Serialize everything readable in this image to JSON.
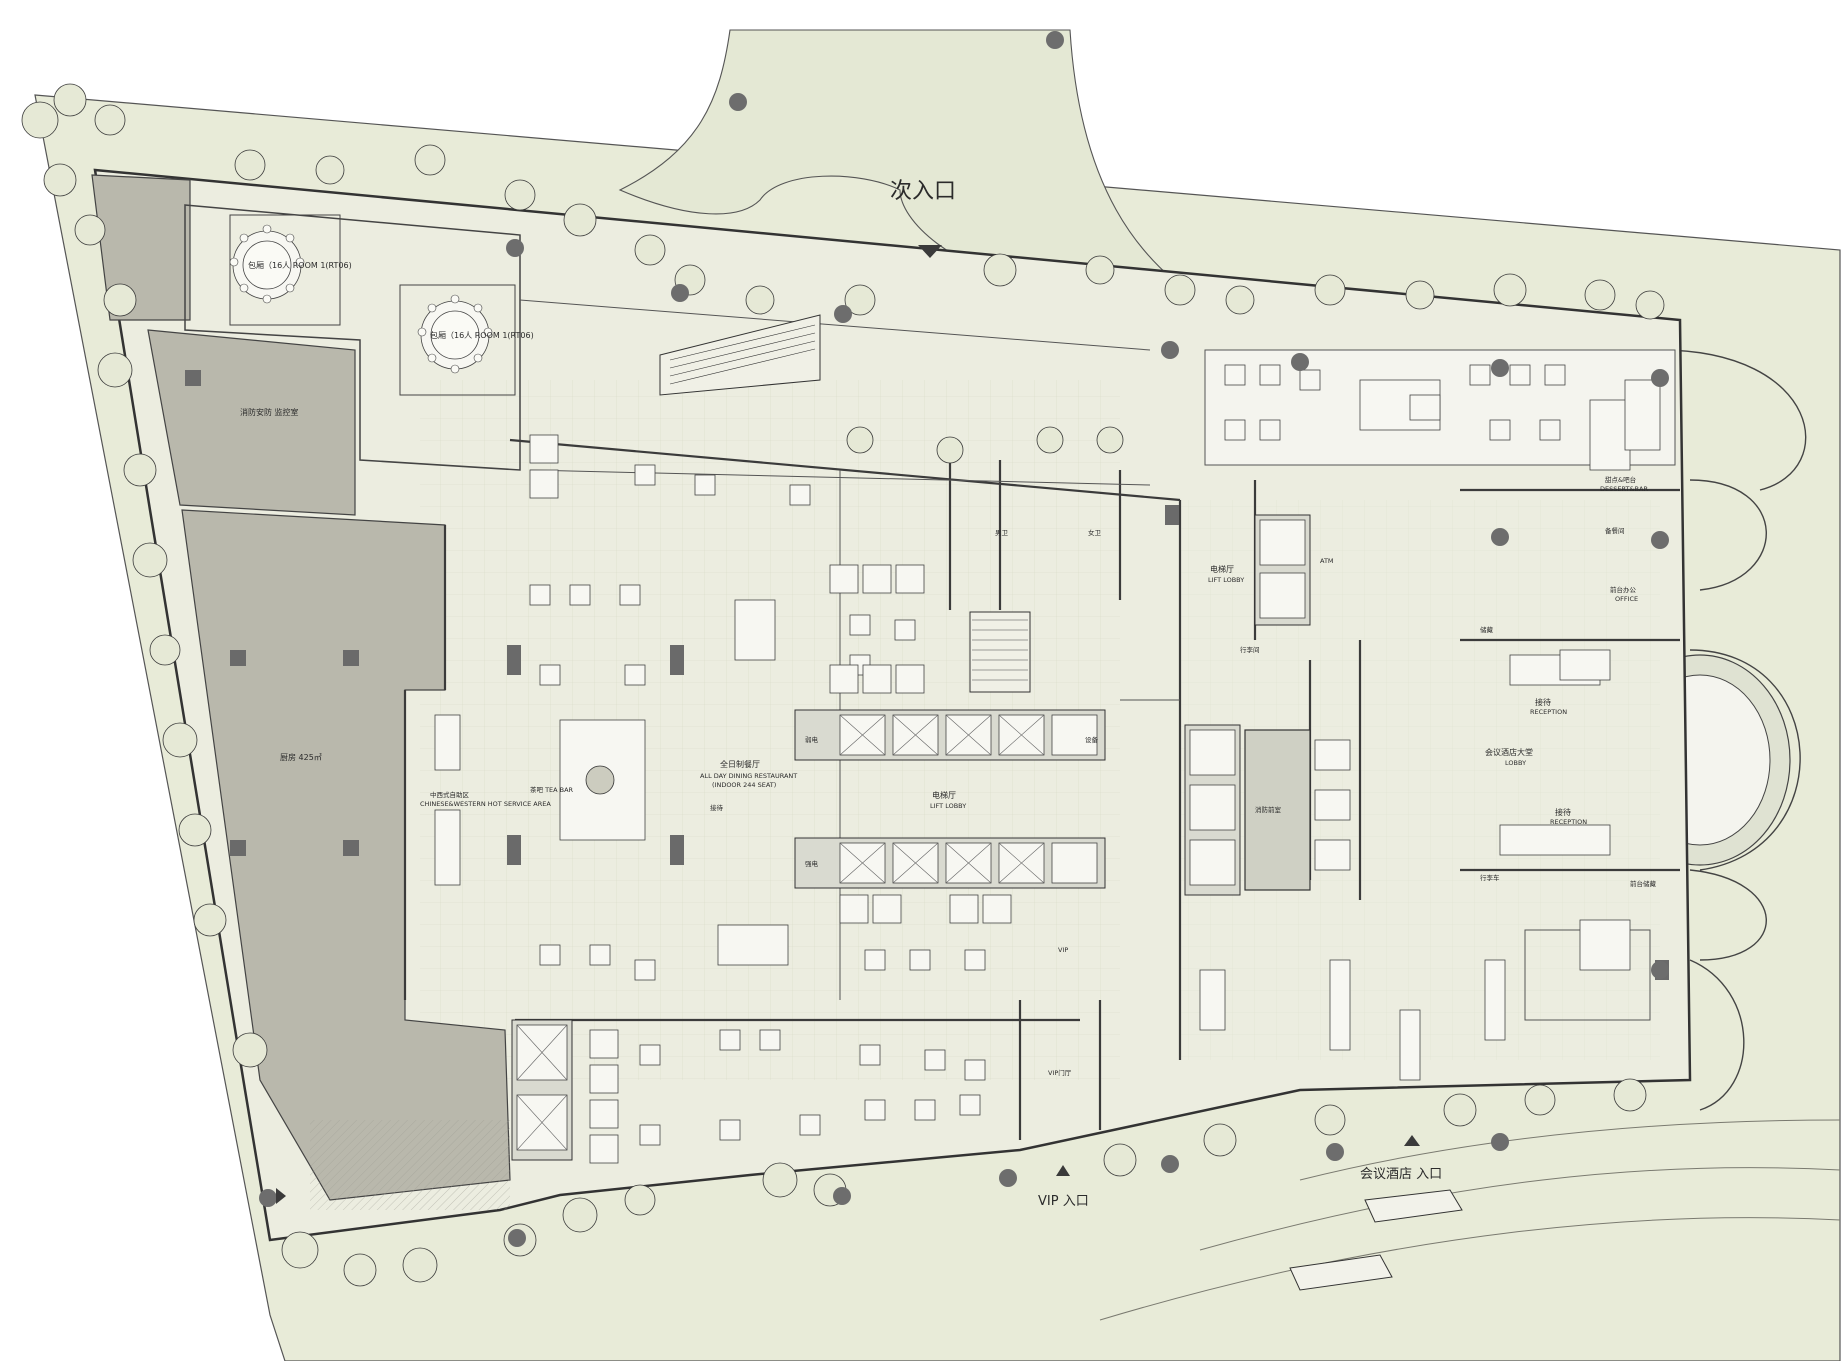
{
  "colors": {
    "site": "#e8ebd8",
    "building": "#ecede0",
    "service_zone": "#b9b8ac",
    "wall": "#3b3b3b",
    "column": "#6a6a6a",
    "tree_dot": "#6d6d6d"
  },
  "entrances": {
    "secondary": "次入口",
    "vip": "VIP 入口",
    "hotel": "会议酒店 入口"
  },
  "rooms": {
    "private_room_1": "包厢（16人 ROOM 1(RT06)",
    "private_room_2": "包厢（16人 ROOM 1(RT06)",
    "fire_control": "消防安防 监控室",
    "kitchen": "厨房 425㎡",
    "show_kitchen_cn": "中西式自助区",
    "show_kitchen_en": "CHINESE&WESTERN HOT SERVICE AREA",
    "dining_cn": "全日制餐厅",
    "dining_en": "ALL DAY DINING RESTAURANT",
    "dining_seats": "(INDOOR 244 SEAT)",
    "reception_small": "接待",
    "tea_bar": "茶吧 TEA BAR",
    "lift_lobby_cn": "电梯厅",
    "lift_lobby_en": "LIFT LOBBY",
    "lift_lobby2_cn": "电梯厅",
    "lift_lobby2_en": "LIFT LOBBY",
    "luggage": "行李间",
    "fire_room": "消防前室",
    "weak_current": "弱电",
    "strong_current": "强电",
    "equipment": "设备",
    "vip": "VIP",
    "vip_foyer": "VIP门厅",
    "hotel_lobby_cn": "会议酒店大堂",
    "hotel_lobby_en": "LOBBY",
    "reception_cn": "接待",
    "reception_en": "RECEPTION",
    "front_office_cn": "前台办公",
    "front_office_en": "OFFICE",
    "storage": "储藏",
    "front_storage": "前台储藏",
    "luggage_cart": "行李车",
    "dessert_cn": "甜点&吧台",
    "dessert_en": "DESSERT&BAR",
    "backup": "备餐间",
    "female_toilet": "女卫",
    "male_toilet": "男卫",
    "atm": "ATM"
  }
}
